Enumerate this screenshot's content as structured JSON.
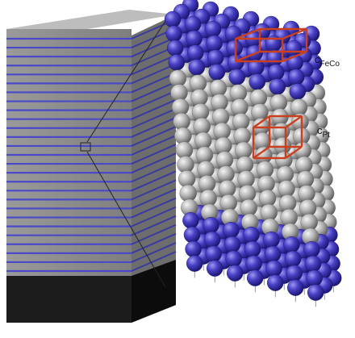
{
  "figure": {
    "labels": {
      "c_fe_co": {
        "main": "c",
        "sub": "FeCo"
      },
      "c_pt": {
        "main": "c",
        "sub": "Pt"
      }
    }
  },
  "multilayer": {
    "layer_count": 27,
    "colors": {
      "front_face": "#8e8e8e",
      "top_face": "#bdbdbd",
      "side_face": "#6d6d6d",
      "stripe_front": "#4a49c8",
      "stripe_side": "#3a3aa0",
      "substrate_front": "#1c1c1c",
      "substrate_side": "#0c0c0c"
    }
  },
  "lattice": {
    "atom_colors": {
      "fe_co": "#3a32b8",
      "pt": "#a9a9a9"
    },
    "unit_cell_color": "#c8401f",
    "fe_co_top_rows": 4,
    "pt_rows": 10,
    "fe_co_bottom_rows": 4
  }
}
